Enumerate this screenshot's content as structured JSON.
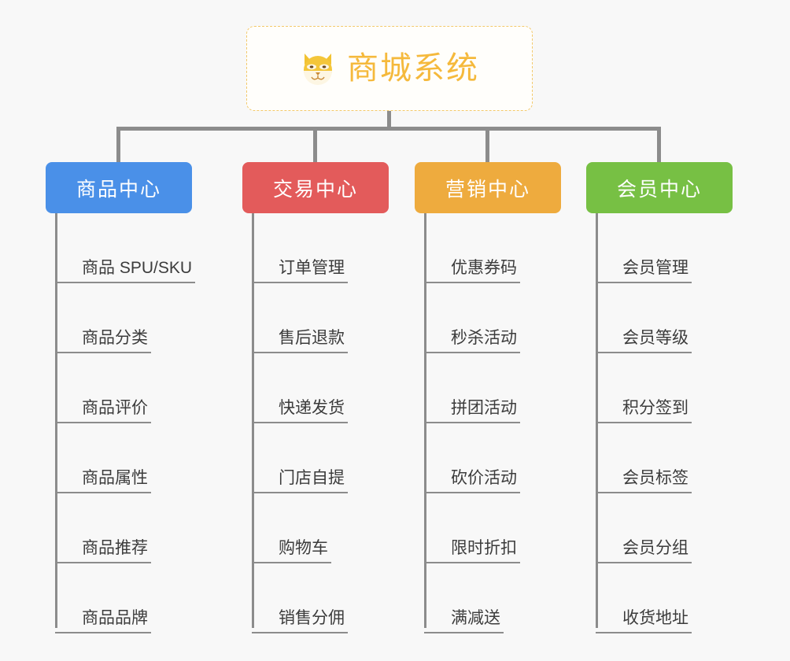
{
  "root": {
    "title": "商城系统",
    "icon": "dog-face-emoji",
    "border_color": "#f3c96b",
    "text_color": "#f5b93c"
  },
  "connector_color": "#8c8c8c",
  "background_color": "#f8f8f8",
  "columns": [
    {
      "id": "product-center",
      "label": "商品中心",
      "color": "#4a90e8",
      "items": [
        "商品 SPU/SKU",
        "商品分类",
        "商品评价",
        "商品属性",
        "商品推荐",
        "商品品牌"
      ]
    },
    {
      "id": "trade-center",
      "label": "交易中心",
      "color": "#e35b5b",
      "items": [
        "订单管理",
        "售后退款",
        "快递发货",
        "门店自提",
        "购物车",
        "销售分佣"
      ]
    },
    {
      "id": "marketing-center",
      "label": "营销中心",
      "color": "#eeab3e",
      "items": [
        "优惠券码",
        "秒杀活动",
        "拼团活动",
        "砍价活动",
        "限时折扣",
        "满减送"
      ]
    },
    {
      "id": "member-center",
      "label": "会员中心",
      "color": "#77c044",
      "items": [
        "会员管理",
        "会员等级",
        "积分签到",
        "会员标签",
        "会员分组",
        "收货地址"
      ]
    }
  ]
}
